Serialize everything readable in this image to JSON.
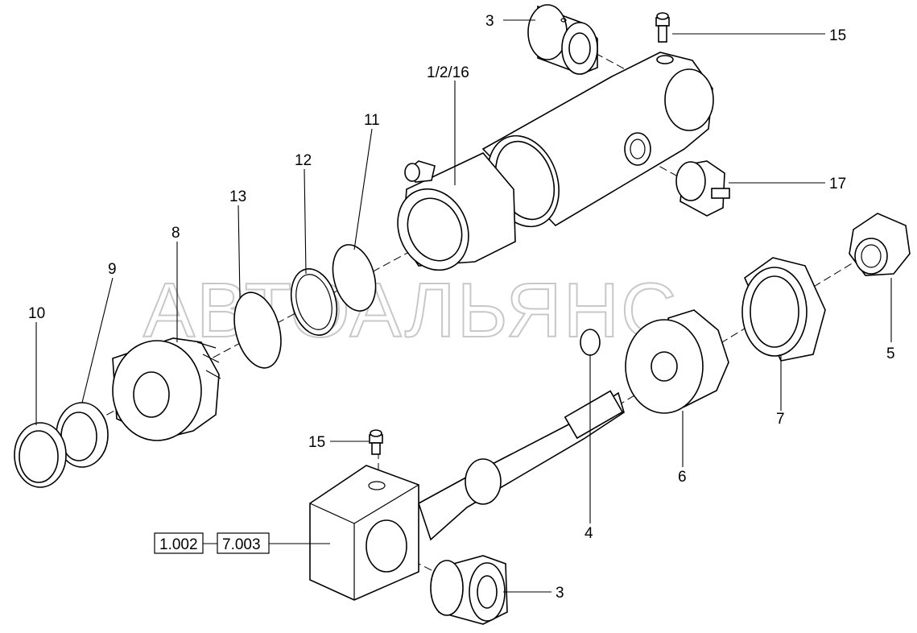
{
  "watermark": "АВТОАЛЬЯНС",
  "callouts": {
    "p3_top": "3",
    "p15_top": "15",
    "p1_2_16": "1/2/16",
    "p11": "11",
    "p12": "12",
    "p13": "13",
    "p8": "8",
    "p9": "9",
    "p10": "10",
    "p17": "17",
    "p5": "5",
    "p7": "7",
    "p6": "6",
    "p4": "4",
    "p15_bottom": "15",
    "p3_bottom": "3"
  },
  "ref_boxes": {
    "left": "1.002",
    "right": "7.003"
  }
}
